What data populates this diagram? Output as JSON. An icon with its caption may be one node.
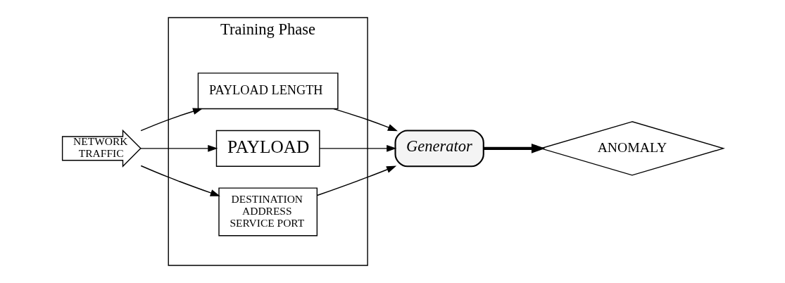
{
  "diagram": {
    "nodes": [
      {
        "text": [
          "NETWORK TRAFFIC"
        ]
      },
      {
        "text": [
          "Training Phase"
        ]
      },
      {
        "text": [
          "PAYLOAD LENGTH"
        ],
        "in": 1
      },
      {
        "text": [
          "PAYLOAD"
        ],
        "in": 1
      },
      {
        "text": [
          "DESTINATION ADDRESS SERVICE PORT"
        ],
        "in": 1
      },
      {
        "text": [
          "Generator"
        ]
      },
      {
        "text": [
          "ANOMALY"
        ]
      }
    ],
    "edges": [
      {
        "from": 0,
        "to": 2,
        "arrow": "to"
      },
      {
        "from": 0,
        "to": 3,
        "arrow": "to"
      },
      {
        "from": 0,
        "to": 4,
        "arrow": "to"
      },
      {
        "from": 2,
        "to": 5,
        "arrow": "to"
      },
      {
        "from": 3,
        "to": 5,
        "arrow": "to"
      },
      {
        "from": 4,
        "to": 5,
        "arrow": "to"
      },
      {
        "from": 5,
        "to": 6,
        "arrow": "to",
        "style": "thick"
      }
    ]
  }
}
